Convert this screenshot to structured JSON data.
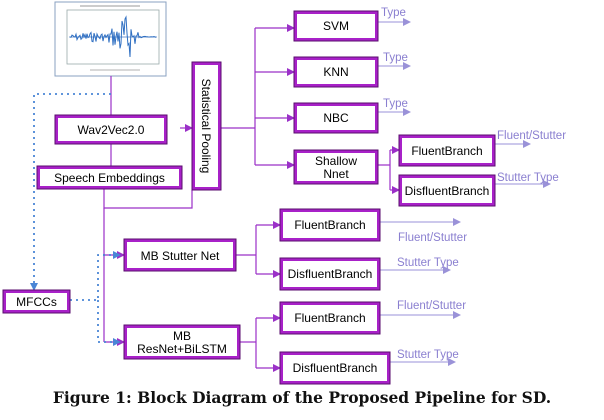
{
  "boxes": {
    "wav2vec": "Wav2Vec2.0",
    "speech_embeddings": "Speech Embeddings",
    "statistical_pooling": "Statistical Pooling",
    "svm": "SVM",
    "knn": "KNN",
    "nbc": "NBC",
    "shallow_nnet": [
      "Shallow",
      "Nnet"
    ],
    "fluent_branch": "FluentBranch",
    "disfluent_branch": "DisfluentBranch",
    "mb_stutter_net": "MB Stutter Net",
    "mb_resnet_bilstm": [
      "MB",
      "ResNet+BiLSTM"
    ],
    "mfccs": "MFCCs"
  },
  "outputs": {
    "type": "Type",
    "fluent_stutter": "Fluent/Stutter",
    "stutter_type": "Stutter Type"
  },
  "colors": {
    "box_fill": "#a821c8",
    "box_stroke": "#5a0e6e",
    "line": "#9b30c8",
    "dotted": "#4a86d6",
    "output_arrow": "#9a92d8"
  },
  "caption": "Figure 1: Block Diagram of the Proposed Pipeline for SD."
}
